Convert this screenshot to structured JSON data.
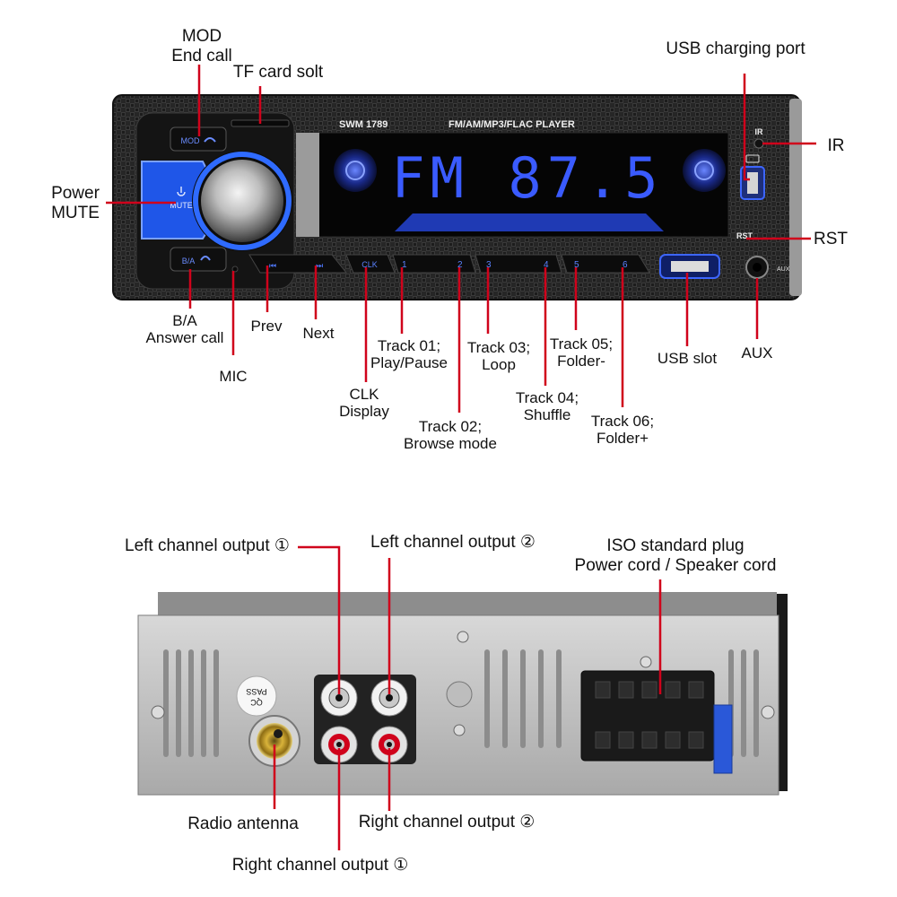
{
  "front_panel": {
    "model": "SWM 1789",
    "player_title": "FM/AM/MP3/FLAC  PLAYER",
    "display_text": "FM 87.5",
    "button_mod": "MOD",
    "button_mute": "MUTE",
    "button_ba": "B/A",
    "button_clk": "CLK",
    "ir_mark": "IR",
    "rst_mark": "RST",
    "aux_mark": "AUX",
    "track_numbers": [
      "1",
      "2",
      "3",
      "4",
      "5",
      "6"
    ]
  },
  "front_labels": {
    "mod": "MOD\nEnd call",
    "tf": "TF card solt",
    "usb_charging": "USB charging port",
    "ir": "IR",
    "rst": "RST",
    "power": "Power\nMUTE",
    "ba": "B/A\nAnswer call",
    "mic": "MIC",
    "prev": "Prev",
    "next": "Next",
    "clk": "CLK\nDisplay",
    "track01": "Track 01;\nPlay/Pause",
    "track02": "Track 02;\nBrowse mode",
    "track03": "Track 03;\nLoop",
    "track04": "Track 04;\nShuffle",
    "track05": "Track 05;\nFolder-",
    "track06": "Track 06;\nFolder+",
    "usb_slot": "USB slot",
    "aux": "AUX"
  },
  "rear_panel": {
    "qc_line1": "QC",
    "qc_line2": "PASS"
  },
  "rear_labels": {
    "left1": "Left channel output ①",
    "left2": "Left channel output ②",
    "iso": "ISO standard plug\nPower cord / Speaker cord",
    "antenna": "Radio antenna",
    "right2": "Right channel output ②",
    "right1": "Right channel output ①"
  },
  "colors": {
    "callout_line": "#d0021b",
    "display_glow": "#3a5bff",
    "panel_dark": "#1b1b1b",
    "metal": "#c9c9c9"
  }
}
